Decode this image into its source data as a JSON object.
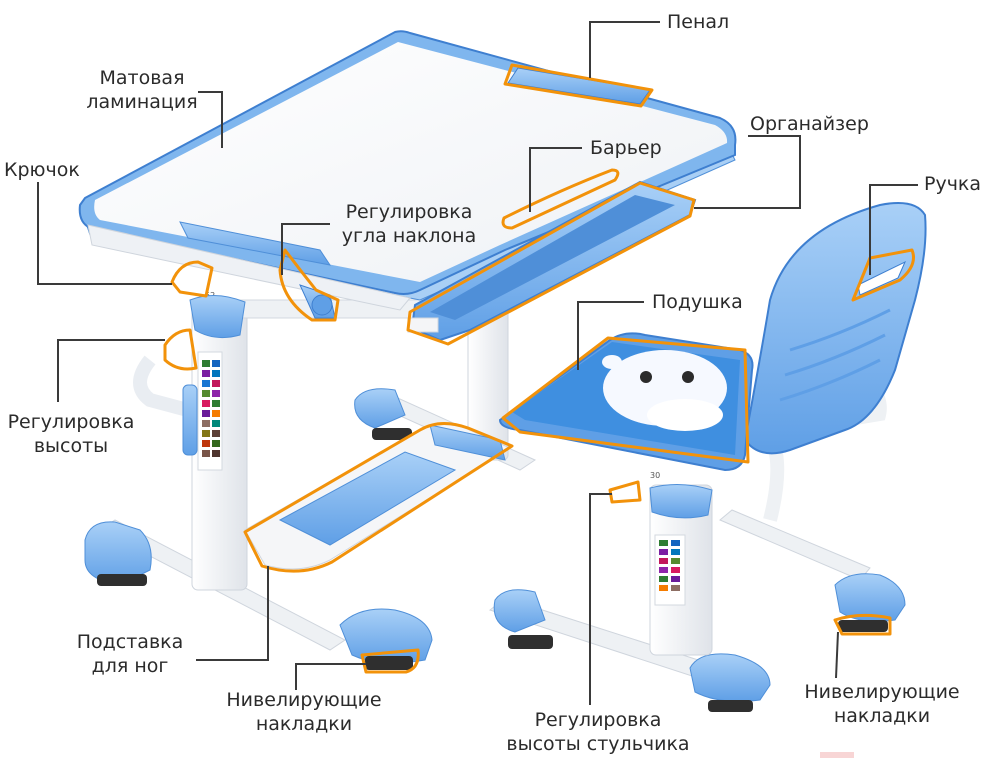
{
  "labels": {
    "pencil_case": "Пенал",
    "matte_l1": "Матовая",
    "matte_l2": "ламинация",
    "hook": "Крючок",
    "barrier": "Барьер",
    "organizer": "Органайзер",
    "tilt_l1": "Регулировка",
    "tilt_l2": "угла наклона",
    "handle": "Ручка",
    "cushion": "Подушка",
    "height_l1": "Регулировка",
    "height_l2": "высоты",
    "footrest_l1": "Подставка",
    "footrest_l2": "для ног",
    "pads_left_l1": "Нивелирующие",
    "pads_left_l2": "накладки",
    "pads_right_l1": "Нивелирующие",
    "pads_right_l2": "накладки",
    "chair_height_l1": "Регулировка",
    "chair_height_l2": "высоты стульчика"
  },
  "scale_numbers": {
    "desk": "52",
    "chair": "30"
  },
  "colors": {
    "highlight": "#f2920a",
    "blue": "#7fb6ee",
    "blue_dark": "#3e7fd0",
    "frame": "#f4f5f7",
    "leader": "#3a3a3a",
    "text": "#2b2b2b"
  }
}
